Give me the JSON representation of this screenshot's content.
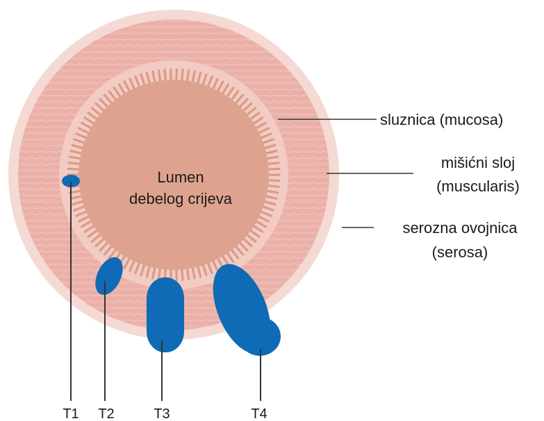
{
  "diagram": {
    "lumen_label": [
      "Lumen",
      "debelog crijeva"
    ],
    "layers": [
      {
        "id": "mucosa",
        "lines": [
          "sluznica (mucosa)"
        ]
      },
      {
        "id": "muscularis",
        "lines": [
          "mišićni sloj",
          "(muscularis)"
        ]
      },
      {
        "id": "serosa",
        "lines": [
          "serozna ovojnica",
          "(serosa)"
        ]
      }
    ],
    "stages": [
      "T1",
      "T2",
      "T3",
      "T4"
    ],
    "colors": {
      "serosa": "#f5d9d3",
      "muscle": "#ebb2aa",
      "muscle_stripe": "#f3cfc8",
      "submucosa": "#f2cbc2",
      "mucosa_fill": "#dea38f",
      "villi": "#d89b88",
      "tumor": "#0f6bb5",
      "leader": "#333333"
    }
  }
}
